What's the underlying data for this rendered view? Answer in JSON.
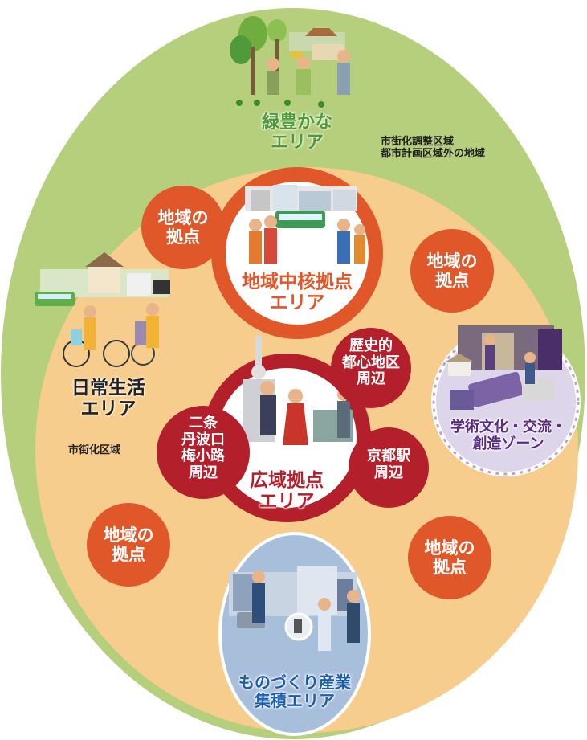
{
  "outer_zone": {
    "label_line1": "市街化調整区域",
    "label_line2": "都市計画区域外の地域",
    "color": "#b5cf7c"
  },
  "urban_zone": {
    "label": "市街化区域",
    "color": "#f6cd8c"
  },
  "green_area": {
    "line1": "緑豊かな",
    "line2": "エリア",
    "color": "#4f9a3a"
  },
  "daily_life_area": {
    "line1": "日常生活",
    "line2": "エリア"
  },
  "regional_core_area": {
    "line1": "地域中核拠点",
    "line2": "エリア",
    "ring_color": "#e0572a"
  },
  "wide_area_hub": {
    "line1": "広域拠点",
    "line2": "エリア",
    "ring_color": "#b3202c"
  },
  "sub_hubs": {
    "rekishi": {
      "lines": [
        "歴史的",
        "都心地区",
        "周辺"
      ]
    },
    "kyotoeki": {
      "lines": [
        "京都駅",
        "周辺"
      ]
    },
    "nijo": {
      "lines": [
        "二条",
        "丹波口",
        "梅小路",
        "周辺"
      ]
    }
  },
  "local_hubs": {
    "line1": "地域の",
    "line2": "拠点",
    "color": "#e0572a"
  },
  "academic_zone": {
    "line1": "学術文化・交流・",
    "line2": "創造ゾーン",
    "color": "#5b2c83"
  },
  "manufacturing_area": {
    "line1": "ものづくり産業",
    "line2": "集積エリア",
    "color": "#1d5ea8"
  }
}
